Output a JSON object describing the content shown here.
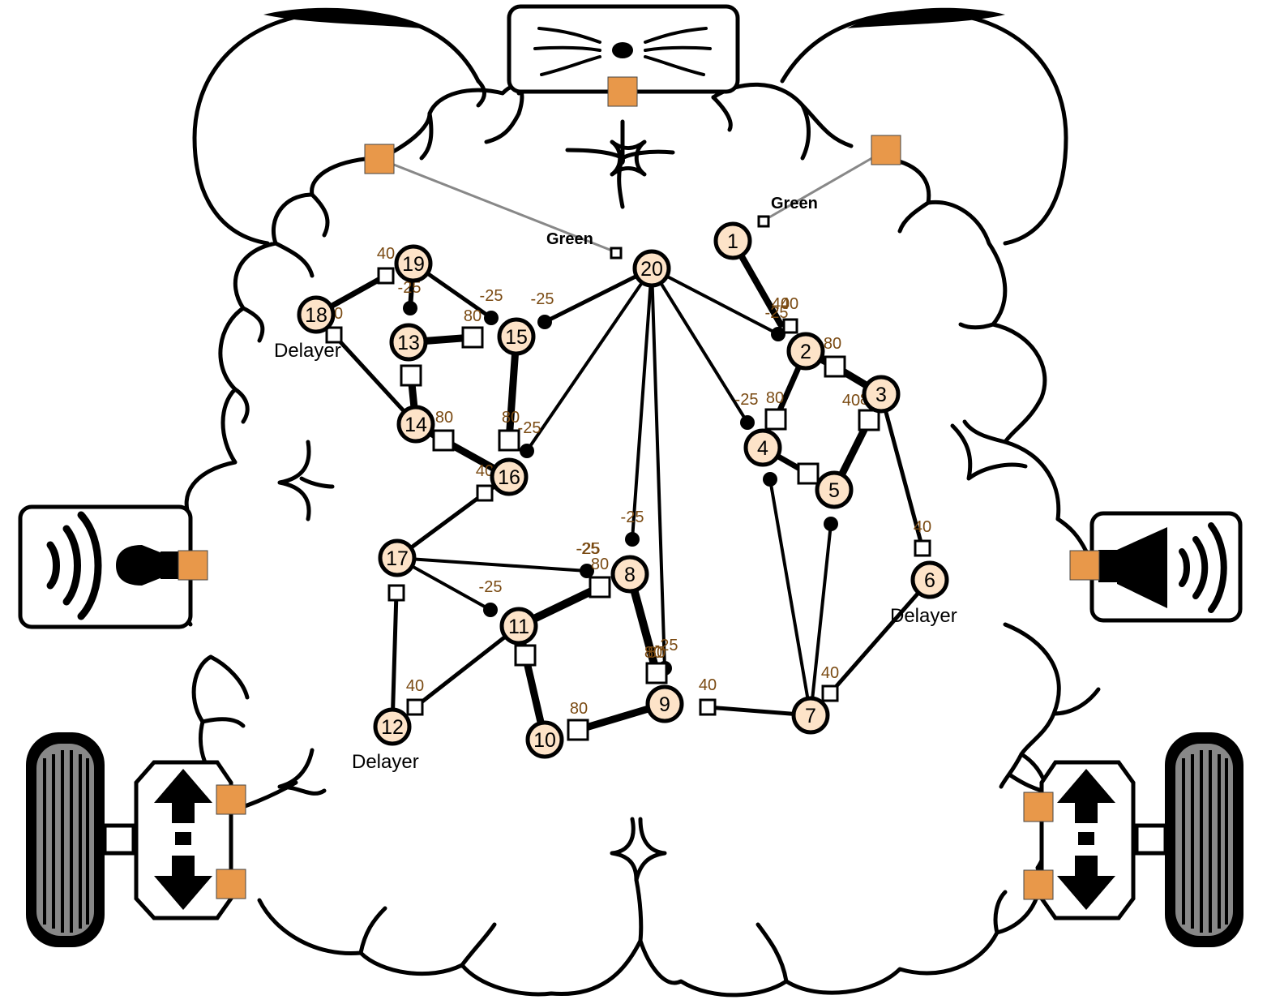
{
  "colors": {
    "neuron_fill": "#fde3c8",
    "sensor_fill": "#e8984a",
    "weight_text": "#7a4a12",
    "line": "#000000"
  },
  "devices": {
    "camera": "camera-sensor",
    "microphone": "microphone-sensor",
    "speaker": "speaker-actuator",
    "left_motor": "left-wheel-motor",
    "right_motor": "right-wheel-motor"
  },
  "neurons": [
    {
      "id": "1"
    },
    {
      "id": "2"
    },
    {
      "id": "3"
    },
    {
      "id": "4"
    },
    {
      "id": "5"
    },
    {
      "id": "6"
    },
    {
      "id": "7"
    },
    {
      "id": "8"
    },
    {
      "id": "9"
    },
    {
      "id": "10"
    },
    {
      "id": "11"
    },
    {
      "id": "12"
    },
    {
      "id": "13"
    },
    {
      "id": "14"
    },
    {
      "id": "15"
    },
    {
      "id": "16"
    },
    {
      "id": "17"
    },
    {
      "id": "18"
    },
    {
      "id": "19"
    },
    {
      "id": "20"
    }
  ],
  "neuron_labels": {
    "n6": "Delayer",
    "n12": "Delayer",
    "n18": "Delayer"
  },
  "sensor_labels": {
    "left_green": "Green",
    "right_green": "Green"
  },
  "weights": [
    "40",
    "-25",
    "-25",
    "80",
    "-25",
    "80",
    "-25",
    "80",
    "80",
    "40",
    "-25",
    "80",
    "40",
    "-25",
    "80",
    "80",
    "-25",
    "40",
    "-25",
    "40",
    "80",
    "-25",
    "40",
    "80",
    "-25",
    "80",
    "80",
    "-25",
    "40",
    "40",
    "40"
  ]
}
